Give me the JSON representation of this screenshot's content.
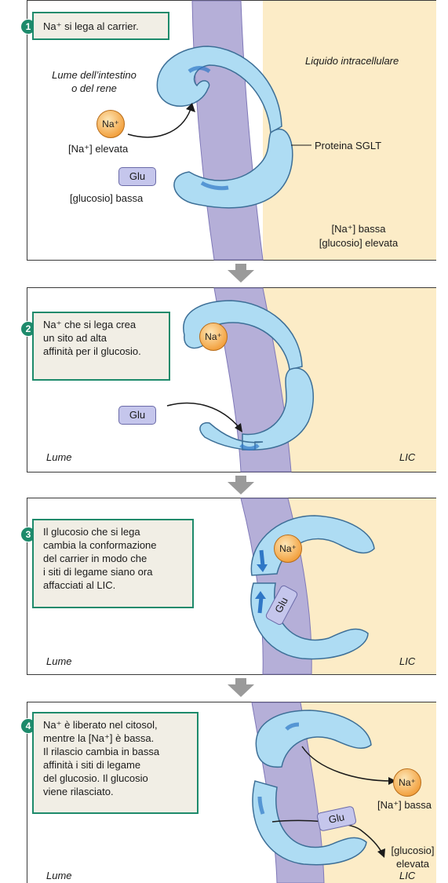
{
  "panels": [
    {
      "step": "1",
      "step_text": "Na⁺ si lega al carrier.",
      "lumen_label": "Lume dell’intestino\no del rene",
      "lic_label": "Liquido intracellulare",
      "na": "Na⁺",
      "na_high": "[Na⁺] elevata",
      "glu": "Glu",
      "glu_low": "[glucosio] bassa",
      "protein_label": "Proteina SGLT",
      "na_low": "[Na⁺] bassa",
      "glu_high": "[glucosio] elevata"
    },
    {
      "step": "2",
      "step_text": "Na⁺ che si lega crea\nun sito ad alta\naffinità per il glucosio.",
      "na": "Na⁺",
      "glu": "Glu",
      "lumen_label": "Lume",
      "lic_label": "LIC"
    },
    {
      "step": "3",
      "step_text": "Il glucosio che si lega\ncambia la conformazione\ndel carrier in modo che\ni siti di legame siano ora\naffacciati al LIC.",
      "na": "Na⁺",
      "glu": "Glu",
      "lumen_label": "Lume",
      "lic_label": "LIC"
    },
    {
      "step": "4",
      "step_text": "Na⁺ è liberato nel citosol,\nmentre la [Na⁺] è bassa.\nIl rilascio cambia in bassa\naffinità i siti di legame\ndel glucosio. Il glucosio\nviene rilasciato.",
      "na": "Na⁺",
      "na_low": "[Na⁺] bassa",
      "glu": "Glu",
      "glu_high": "[glucosio]\nelevata",
      "lumen_label": "Lume",
      "lic_label": "LIC"
    }
  ],
  "colors": {
    "membrane": "#b5afd8",
    "intracellular": "#fcecc7",
    "protein": "#aedcf3",
    "protein_stroke": "#3d6f97",
    "step_border": "#1d8a6b",
    "step_fill": "#f1eee5",
    "transition_arrow": "#9a9a9a"
  },
  "icons": [
    "down-arrow-icon",
    "curved-arrow-icon"
  ]
}
